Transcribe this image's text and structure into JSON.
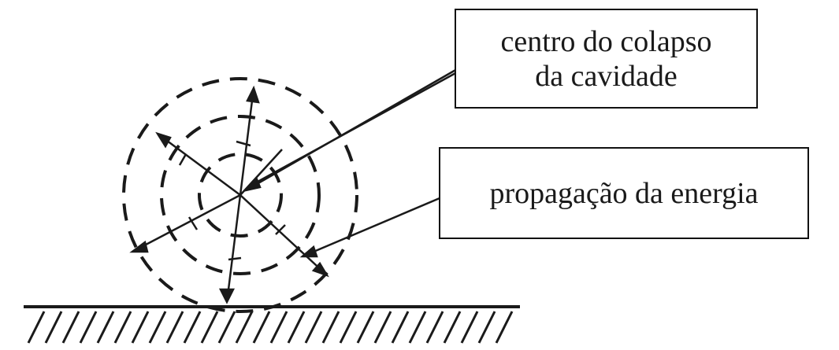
{
  "labels": {
    "collapse_center": {
      "line1": "centro do colapso",
      "line2": "da cavidade"
    },
    "energy_propagation": "propagação da energia"
  },
  "colors": {
    "ink": "#1a1a1a",
    "background": "#ffffff"
  }
}
